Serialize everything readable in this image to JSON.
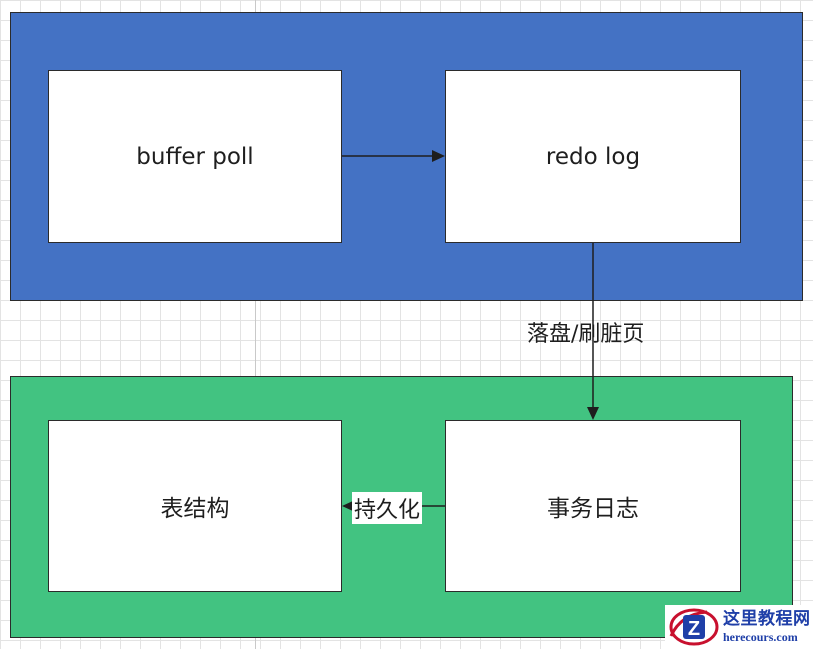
{
  "colors": {
    "top_container": "#4472c4",
    "bottom_container": "#42c381"
  },
  "nodes": {
    "buffer_pool": "buffer poll",
    "redo_log": "redo log",
    "table_structure": "表结构",
    "transaction_log": "事务日志"
  },
  "edges": {
    "flush_label": "落盘/刷脏页",
    "persist_label": "持久化"
  },
  "watermark": {
    "name": "这里教程网",
    "domain": "herecours.com",
    "logo_letter": "Z",
    "icon": "z-logo-icon"
  }
}
